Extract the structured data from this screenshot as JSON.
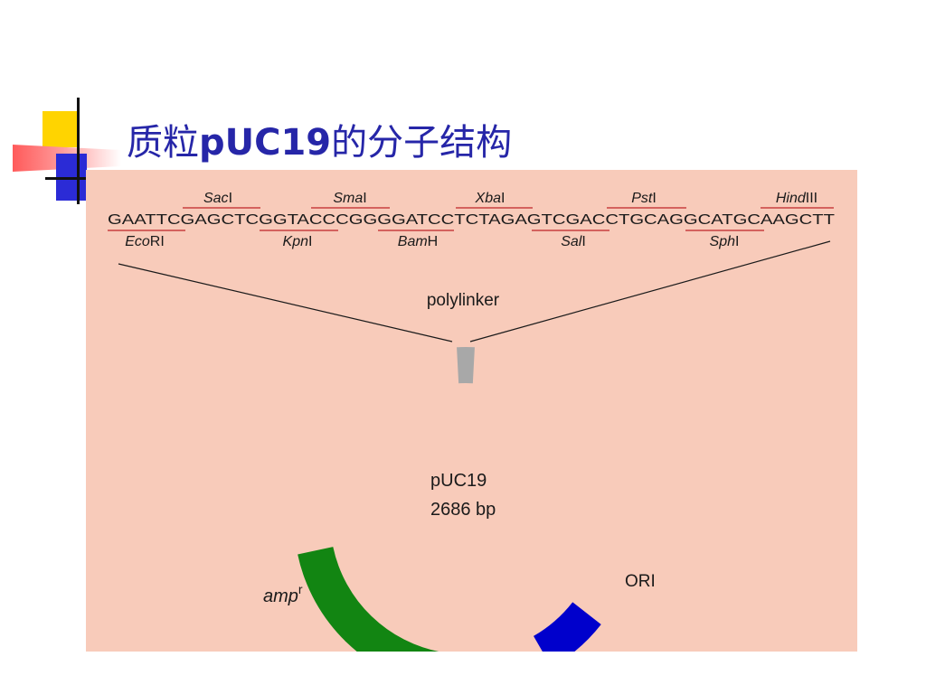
{
  "slide": {
    "title_prefix": "质粒",
    "title_bold": "pUC19",
    "title_suffix": "的分子结构"
  },
  "polylinker_diagram": {
    "sequence": "GAATTCGAGCTCGGTACCCGGGGATCCTCTAGAGTCGACCTGCAGGCATGCAAGCTT",
    "sites_top": [
      {
        "name": "SacI",
        "italic": "Sac",
        "roman": "I"
      },
      {
        "name": "SmaI",
        "italic": "Sma",
        "roman": "I"
      },
      {
        "name": "XbaI",
        "italic": "Xba",
        "roman": "I"
      },
      {
        "name": "PstI",
        "italic": "Pst",
        "roman": "I"
      },
      {
        "name": "HindIII",
        "italic": "Hind",
        "roman": "III"
      }
    ],
    "sites_bottom": [
      {
        "name": "EcoRI",
        "italic": "Eco",
        "roman": "RI"
      },
      {
        "name": "KpnI",
        "italic": "Kpn",
        "roman": "I"
      },
      {
        "name": "BamH",
        "italic": "Bam",
        "roman": "H"
      },
      {
        "name": "SalI",
        "italic": "Sal",
        "roman": "I"
      },
      {
        "name": "SphI",
        "italic": "Sph",
        "roman": "I"
      }
    ],
    "polylinker_label": "polylinker"
  },
  "plasmid": {
    "name": "pUC19",
    "size": "2686 bp",
    "amp_label_main": "amp",
    "amp_label_sup": "r",
    "ori_label": "ORI"
  },
  "colors": {
    "backbone": "#dd0000",
    "amp_gene": "#128512",
    "ori": "#0000cc",
    "polylinker": "#a8a8a8",
    "panel_bg": "#f8cbba",
    "site_underline": "#c84040",
    "title": "#2626a8"
  }
}
